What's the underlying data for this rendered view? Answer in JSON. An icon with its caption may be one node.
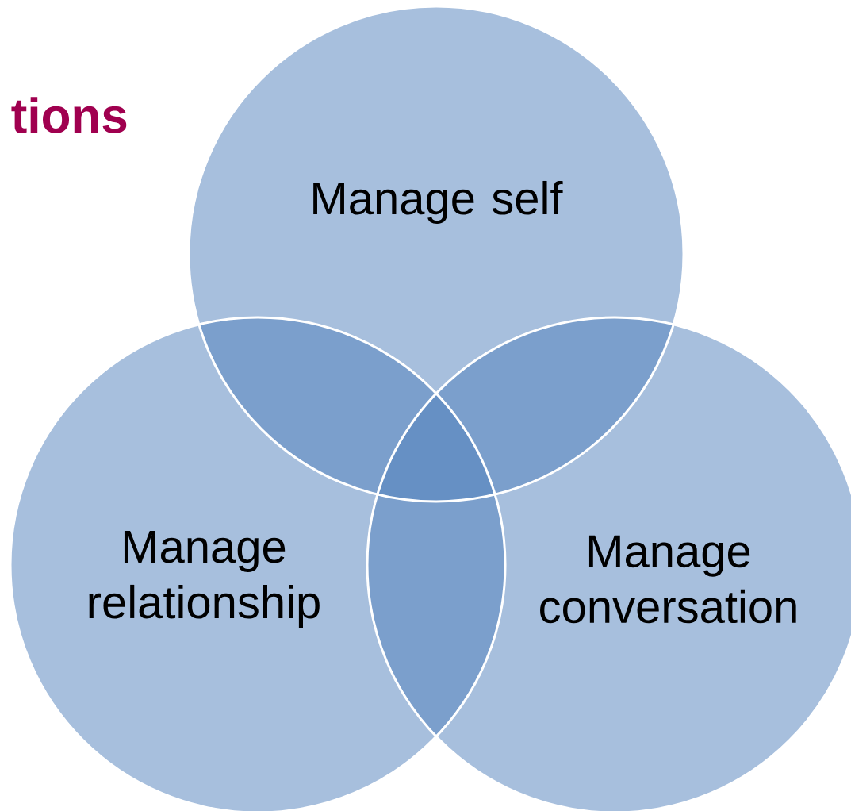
{
  "diagram": {
    "title": "tions",
    "nodes": [
      {
        "text": [
          "Manage self"
        ]
      },
      {
        "text": [
          "Manage relationship"
        ]
      },
      {
        "text": [
          "Manage conversation"
        ]
      }
    ]
  }
}
